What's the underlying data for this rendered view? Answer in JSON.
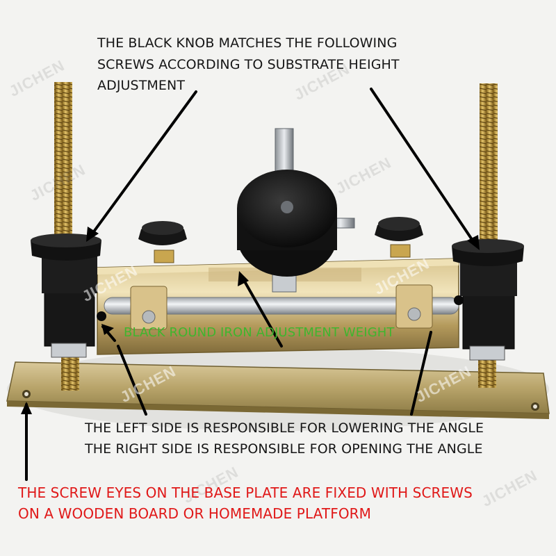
{
  "annotations": {
    "top_lines": [
      "THE BLACK KNOB MATCHES THE  FOLLOWING",
      "SCREWS ACCORDING TO SUBSTRATE HEIGHT",
      "ADJUSTMENT"
    ],
    "weight_label": "BLACK ROUND IRON ADJUSTMENT WEIGHT",
    "side_lines": [
      "THE LEFT SIDE IS RESPONSIBLE FOR LOWERING THE ANGLE",
      "THE RIGHT SIDE IS RESPONSIBLE FOR OPENING THE ANGLE"
    ],
    "base_lines": [
      "THE SCREW EYES ON THE BASE PLATE ARE FIXED WITH SCREWS",
      "ON A WOODEN BOARD OR HOMEMADE PLATFORM"
    ]
  },
  "watermark": "JICHEN",
  "colors": {
    "annotation_text": "#161616",
    "weight_label": "#3fb52e",
    "base_plate_text": "#e01818",
    "arrow": "#000000"
  }
}
